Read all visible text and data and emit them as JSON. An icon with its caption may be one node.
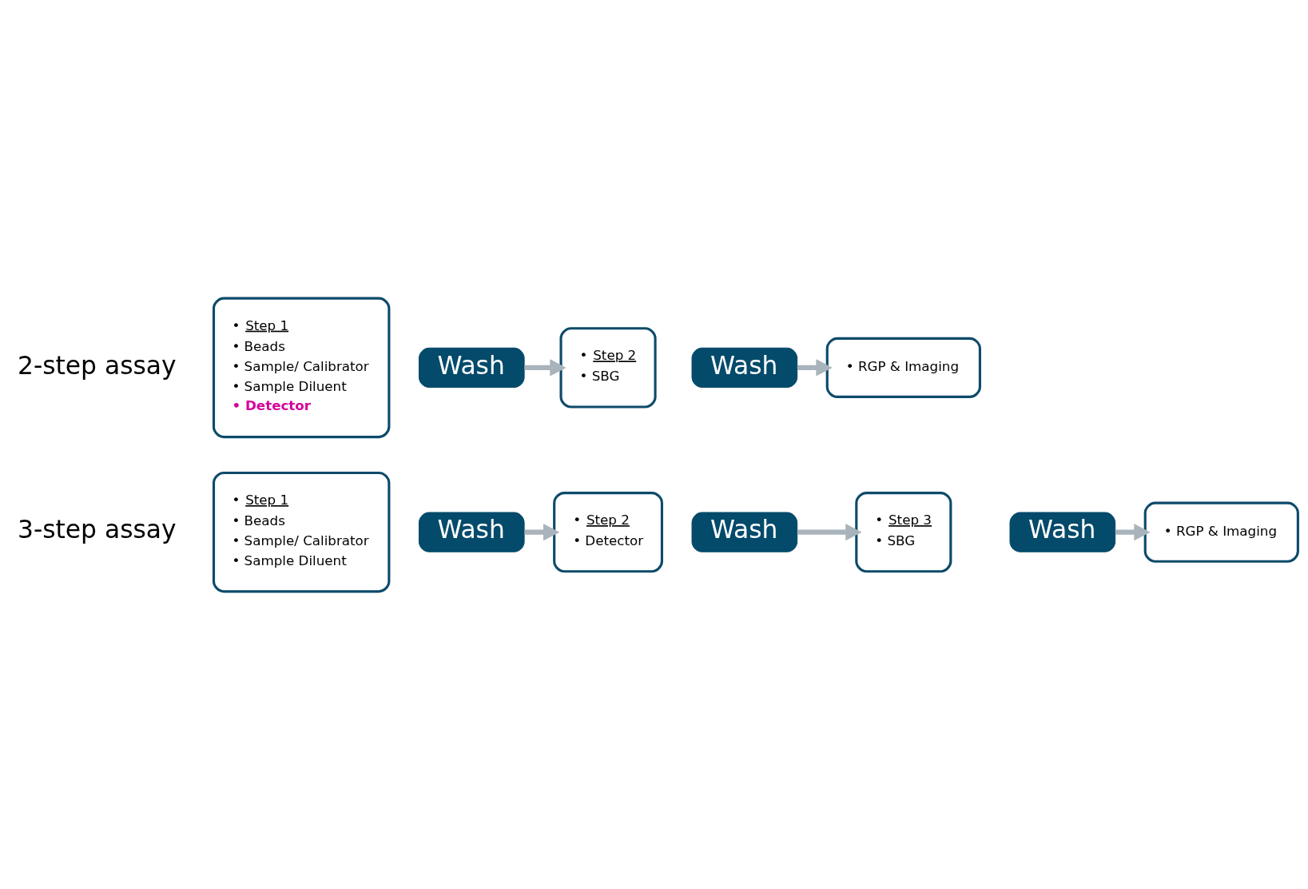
{
  "diagram": {
    "nodes": [
      {
        "text": [
          "• Step 1",
          "• Beads",
          "• Sample/ Calibrator",
          "• Sample Diluent"
        ]
      },
      {
        "text": [
          "Wash"
        ]
      },
      {
        "text": [
          "• Step 2",
          "• Detector"
        ]
      },
      {
        "text": [
          "Wash"
        ]
      },
      {
        "text": [
          "• Step 3",
          "• SBG"
        ]
      },
      {
        "text": [
          "Wash"
        ]
      },
      {
        "text": [
          "• RGP & Imaging"
        ]
      },
      {
        "text": [
          "• Step 1",
          "• Beads",
          "• Sample/ Calibrator",
          "• Sample Diluent",
          "• Detector"
        ]
      },
      {
        "text": [
          "Wash"
        ]
      },
      {
        "text": [
          "• Step 2",
          "• SBG"
        ]
      },
      {
        "text": [
          "Wash"
        ]
      },
      {
        "text": [
          "• RGP & Imaging"
        ]
      }
    ],
    "edges": [
      {
        "from": 1,
        "to": 2,
        "arrow": "to"
      },
      {
        "from": 3,
        "to": 4,
        "arrow": "to"
      },
      {
        "from": 5,
        "to": 6,
        "arrow": "to"
      },
      {
        "from": 8,
        "to": 9,
        "arrow": "to"
      },
      {
        "from": 10,
        "to": 11,
        "arrow": "to"
      }
    ],
    "labels": [
      "3-step assay",
      "2-step assay"
    ]
  }
}
